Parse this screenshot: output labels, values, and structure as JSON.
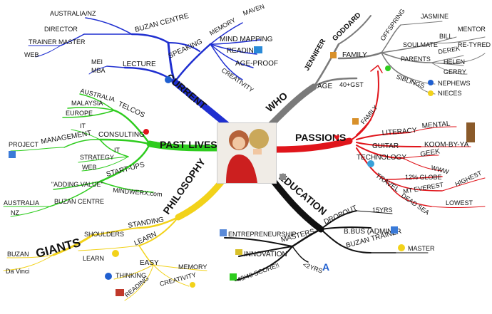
{
  "center": {
    "label": "Photo of person at center"
  },
  "branches": {
    "current": {
      "title": "CURRENT",
      "speaking": "SPEAKING",
      "buzan_centre": "BUZAN CENTRE",
      "australia_nz": "AUSTRALIA/NZ",
      "director": "DIRECTOR",
      "master": "MASTER",
      "trainer": "TRAINER",
      "web": "WEB",
      "lecture": "LECTURE",
      "mei": "MEI",
      "mba": "MBA",
      "memory": "MEMORY",
      "maven": "MAVEN",
      "mind_mapping": "MIND MAPPING",
      "reading": "READING",
      "age_proof": "AGE-PROOF",
      "creativity": "CREATIVITY"
    },
    "who": {
      "title": "WHO",
      "jennifer": "JENNIFER",
      "goddard": "GODDARD",
      "age": "AGE",
      "age_value": "40+GST",
      "family": "FAMILY",
      "offspring": "OFFSPRING",
      "jasmine": "JASMINE",
      "soulmate": "SOULMATE",
      "bill": "BILL",
      "mentor": "MENTOR",
      "parents": "PARENTS",
      "derek": "DEREK",
      "re_tyred": "RE-TYRED",
      "helen": "HELEN",
      "gerry": "GERRY",
      "siblings": "SIBLINGS",
      "nephews": "NEPHEWS",
      "nieces": "NIECES"
    },
    "past_lives": {
      "title": "PAST LIVES",
      "telcos": "TELCOS",
      "australia": "AUSTRALIA",
      "malaysia": "MALAYSIA",
      "europe": "EUROPE",
      "consulting": "CONSULTING",
      "it": "IT",
      "management": "MANAGEMENT",
      "project": "PROJECT",
      "strategy": "STRATEGY",
      "it2": "IT",
      "web": "WEB",
      "start_ups": "START-UPS",
      "adding_value": "\"ADDING VALUE\"",
      "mindwerx": "MINDWERX.com",
      "buzan_centre": "BUZAN CENTRE",
      "australia2": "AUSTRALIA",
      "nz": "NZ"
    },
    "passions": {
      "title": "PASSIONS",
      "family": "FAMILY",
      "literacy": "LITERACY",
      "mental": "MENTAL",
      "guitar": "GUITAR",
      "koom": "KOOM-BY-YA",
      "technology": "TECHNOLOGY",
      "geek": "GEEK",
      "www": "WWW",
      "travel": "TRAVEL",
      "globe": "12% GLOBE",
      "everest": "MT EVEREST",
      "highest": "HIGHEST",
      "dead_sea": "DEAD SEA",
      "lowest": "LOWEST"
    },
    "philosophy": {
      "title": "PHILOSOPHY",
      "standing": "STANDING",
      "shoulders": "SHOULDERS",
      "giants": "GIANTS",
      "buzan": "BUZAN",
      "davinci": "Da Vinci",
      "learn": "LEARN",
      "learn2": "LEARN",
      "easy": "EASY",
      "memory": "MEMORY",
      "thinking": "THINKING",
      "reading": "READING",
      "creativity": "CREATIVITY"
    },
    "education": {
      "title": "EDUCATION",
      "dropout": "DROPOUT",
      "years15": "15YRS",
      "masters": "MASTERS",
      "entrepreneurship": "ENTREPRENEURSHIP",
      "innovation": "INNOVATION",
      "score": "40/40 SCORE!!",
      "years2": "<2YRS",
      "bbus": "B.BUS (ADMIN)",
      "buzan_trainer": "BUZAN TRAINER",
      "master": "MASTER"
    }
  },
  "colors": {
    "current": "#1f2fd0",
    "who": "#7a7a7a",
    "past_lives": "#2ecc1e",
    "passions": "#e0151b",
    "philosophy": "#f2d21a",
    "education": "#111111"
  }
}
